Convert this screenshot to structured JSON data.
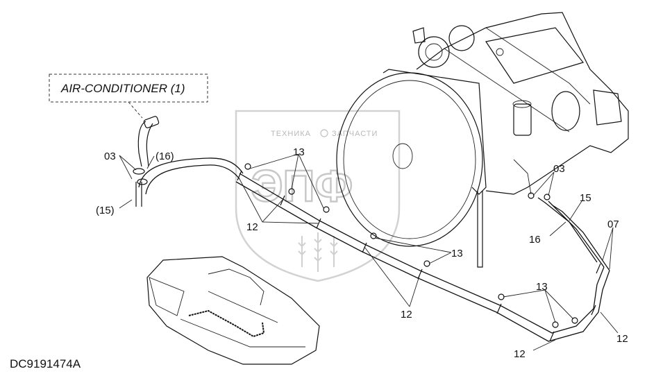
{
  "title_box": {
    "text": "AIR-CONDITIONER (1)"
  },
  "drawing_code": "DC9191474A",
  "watermark": {
    "brand": "ТЕХНИКА",
    "brand2": "ЗАПЧАСТИ",
    "big": "ЭПФ"
  },
  "callouts": {
    "left_03": "03",
    "left_16": "(16)",
    "left_15": "(15)",
    "top_13": "13",
    "top_12": "12",
    "mid_13": "13",
    "mid_12": "12",
    "low_13": "13",
    "right_03": "03",
    "right_15": "15",
    "right_16": "16",
    "right_07": "07",
    "right_12": "12",
    "bottom_12": "12"
  }
}
